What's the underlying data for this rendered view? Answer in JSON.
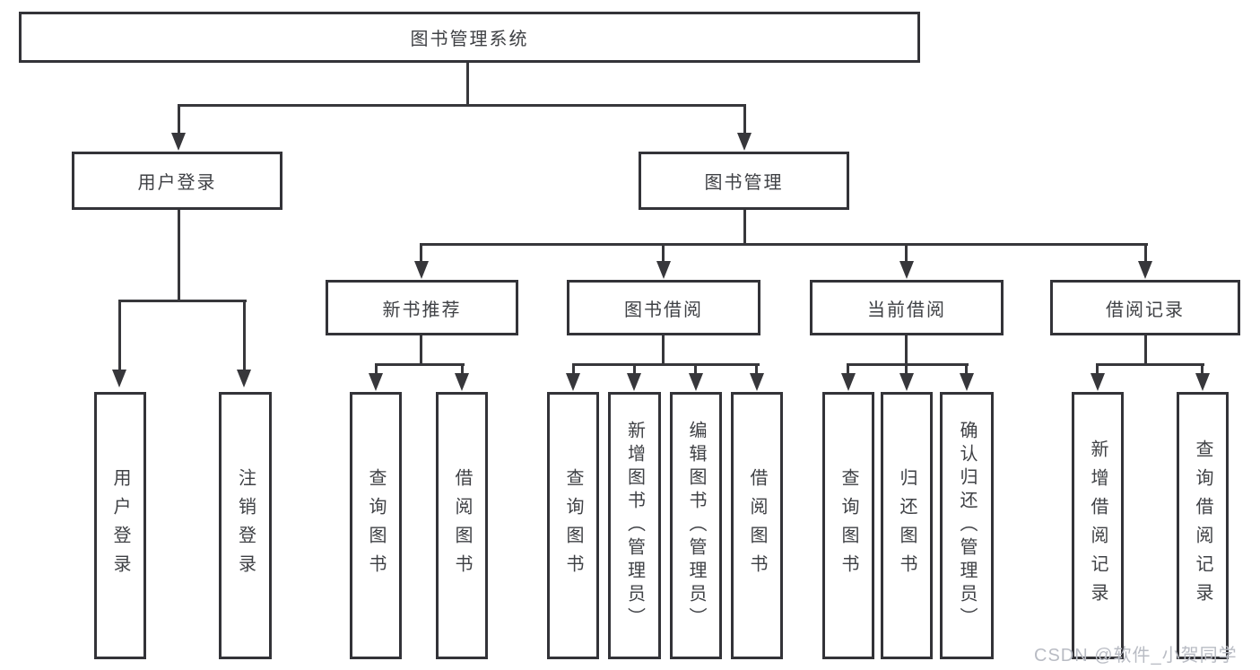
{
  "diagram": {
    "root": "图书管理系统",
    "branches": [
      {
        "label": "用户登录",
        "children": [
          {
            "label": "用户登录"
          },
          {
            "label": "注销登录"
          }
        ]
      },
      {
        "label": "图书管理",
        "children": [
          {
            "label": "新书推荐",
            "children": [
              {
                "label": "查询图书"
              },
              {
                "label": "借阅图书"
              }
            ]
          },
          {
            "label": "图书借阅",
            "children": [
              {
                "label": "查询图书"
              },
              {
                "label": "新增图书（管理员）"
              },
              {
                "label": "编辑图书（管理员）"
              },
              {
                "label": "借阅图书"
              }
            ]
          },
          {
            "label": "当前借阅",
            "children": [
              {
                "label": "查询图书"
              },
              {
                "label": "归还图书"
              },
              {
                "label": "确认归还（管理员）"
              }
            ]
          },
          {
            "label": "借阅记录",
            "children": [
              {
                "label": "新增借阅记录"
              },
              {
                "label": "查询借阅记录"
              }
            ]
          }
        ]
      }
    ]
  },
  "watermark": {
    "text": "CSDN @软件_小贺同学"
  },
  "colors": {
    "line": "#37373b",
    "box_border": "#333338",
    "text": "#3f4145",
    "watermark": "#b9bcc4",
    "background": "#ffffff"
  }
}
